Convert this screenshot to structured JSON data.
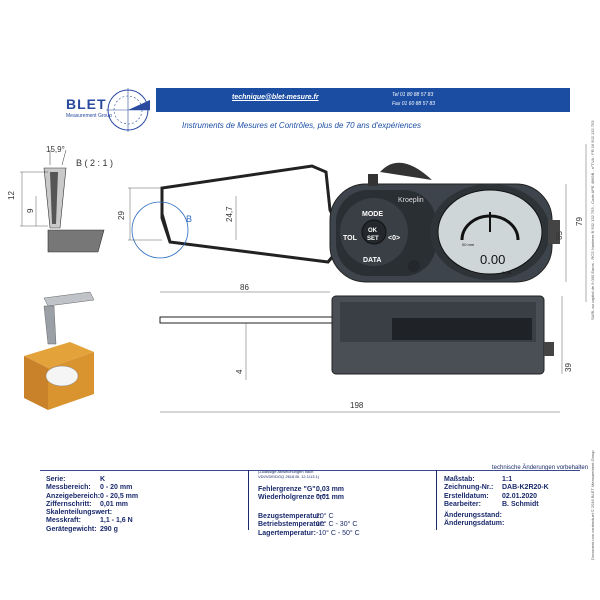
{
  "header": {
    "logo_text": "BLET",
    "logo_sub": "Measurement Group",
    "email": "technique@blet-mesure.fr",
    "tel": "Tel  01 80 88 57 83",
    "fax": "Fax 01 60 88 57 83",
    "tagline": "Instruments de Mesures et Contrôles, plus de 70 ans d'expériences"
  },
  "side_notes": {
    "right": "SARL au capital de 9 000 Euros - RCS Nanterre B 502 132 753 - Code APE 4669B - n°TVA : FR 16 502 132 753",
    "left": "Document non contractuel © 2016 BLET Measurement Group"
  },
  "drawing": {
    "detail_angle": "15,9°",
    "detail_label": "B ( 2 : 1 )",
    "dim_12": "12",
    "dim_9": "9",
    "dim_29": "29",
    "dim_24_7": "24,7",
    "dim_86": "86",
    "dim_79": "79",
    "dim_65": "65",
    "dim_4": "4",
    "dim_39": "39",
    "dim_198": "198",
    "circle_label": "B",
    "btn_mode": "MODE",
    "btn_tol": "TOL",
    "btn_ok": "OK",
    "btn_set": "SET",
    "btn_zero": "<0>",
    "btn_data": "DATA",
    "brand": "Kroeplin",
    "display_value": "0.00",
    "display_small": "00 mm",
    "display_range": "0 -20"
  },
  "footer": {
    "note": "technische Änderungen vorbehalten",
    "spec_labels": [
      "Serie:",
      "Messbereich:",
      "Anzeigebereich:",
      "Ziffernschritt:",
      "Skalenteilungswert:",
      "Messkraft:",
      "Gerätegewicht:"
    ],
    "spec_values": [
      "K",
      "0 - 20 mm",
      "0 - 20,5 mm",
      "0,01 mm",
      "-",
      "1,1 - 1,6 N",
      "290 g"
    ],
    "tolerance_note": "(Zulässige Abweichungen nach VDI/VDE/DGQ 2618 Bl. 12.1/13.1)",
    "error_labels": [
      "Fehlergrenze \"G\":",
      "Wiederholgrenze \"r\":"
    ],
    "error_values": [
      "0,03 mm",
      "0,01 mm"
    ],
    "temp_labels": [
      "Bezugstemperatur:",
      "Betriebstemperatur:",
      "Lagertemperatur:"
    ],
    "temp_values": [
      "20° C",
      "10° C - 30° C",
      "-10° C - 50° C"
    ],
    "meta_labels": [
      "Maßstab:",
      "Zeichnung-Nr.:",
      "Erstelldatum:",
      "Bearbeiter:"
    ],
    "meta_values": [
      "1:1",
      "DAB-K2R20-K",
      "02.01.2020",
      "B. Schmidt"
    ],
    "change_labels": [
      "Änderungsstand:",
      "Änderungsdatum:"
    ]
  }
}
